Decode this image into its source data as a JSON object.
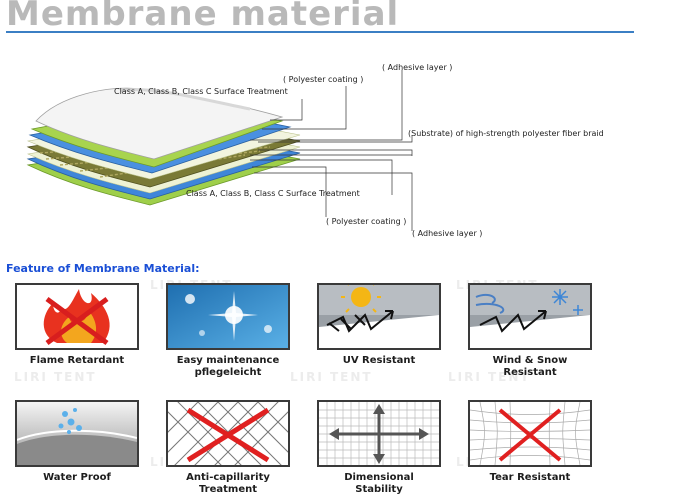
{
  "title": "Membrane material",
  "callouts": {
    "adhesive_top": "( Adhesive layer )",
    "polyester_top": "( Polyester coating )",
    "surface_top": "Class A, Class B, Class C Surface Treatment",
    "substrate": "(Substrate) of high-strength polyester fiber braid",
    "surface_bottom": "Class A, Class B, Class C Surface Treatment",
    "polyester_bottom": "( Polyester coating )",
    "adhesive_bottom": "( Adhesive layer )"
  },
  "features_title": "Feature of Membrane Material:",
  "watermark": "LIRI TENT",
  "features": [
    {
      "icon": "flame-icon",
      "line1": "Flame Retardant",
      "line2": ""
    },
    {
      "icon": "sparkle-icon",
      "line1": "Easy maintenance",
      "line2": "pflegeleicht"
    },
    {
      "icon": "sun-uv-icon",
      "line1": "UV Resistant",
      "line2": ""
    },
    {
      "icon": "wind-snow-icon",
      "line1": "Wind & Snow",
      "line2": "Resistant"
    },
    {
      "icon": "water-drop-icon",
      "line1": "Water Proof",
      "line2": ""
    },
    {
      "icon": "capillary-grid-icon",
      "line1": "Anti-capillarity",
      "line2": "Treatment"
    },
    {
      "icon": "arrows-cross-icon",
      "line1": "Dimensional",
      "line2": "Stability"
    },
    {
      "icon": "tear-cross-icon",
      "line1": "Tear Resistant",
      "line2": ""
    }
  ],
  "colors": {
    "title": "#b9b9b9",
    "rule": "#3b7fc4",
    "feature_heading": "#1a4fd6",
    "cross": "#e02020"
  }
}
